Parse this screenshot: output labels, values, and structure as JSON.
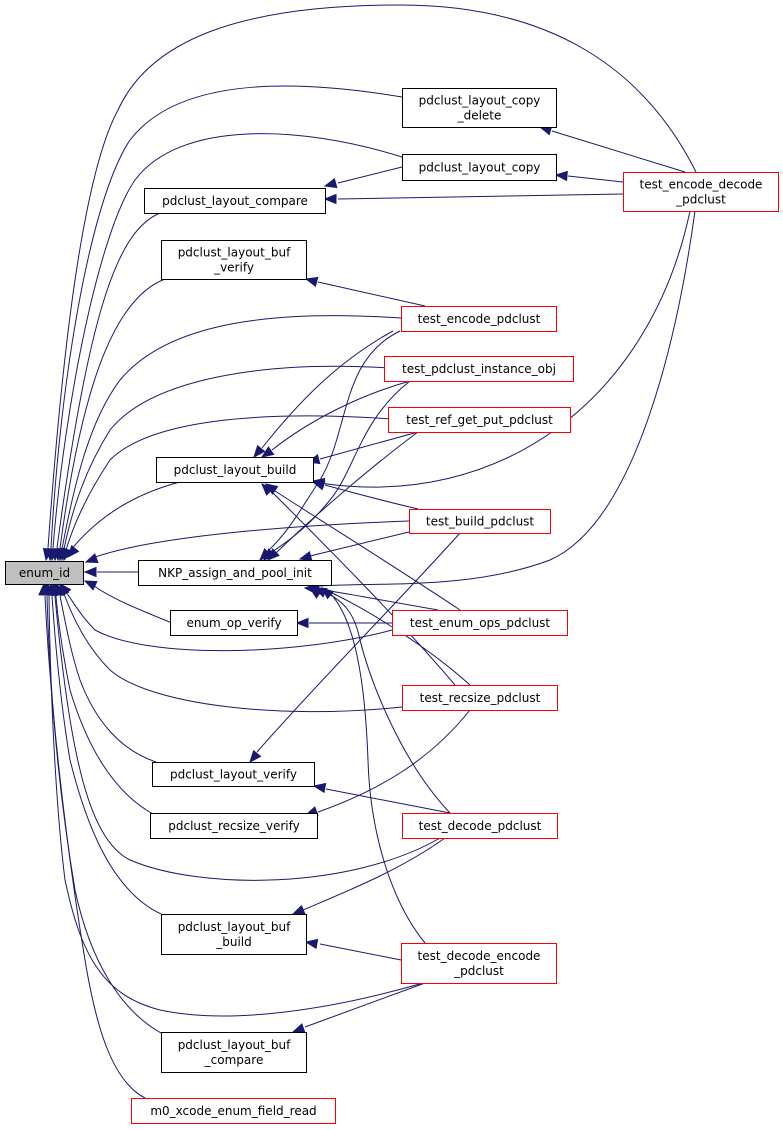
{
  "diagram": {
    "type": "call-graph",
    "colors": {
      "edge": "#191970",
      "focus_fill": "#bfbfbf",
      "normal_border": "#000000",
      "external_border": "#ff0000",
      "node_fill": "#ffffff"
    },
    "nodes": [
      {
        "id": "enum_id",
        "lines": [
          "enum_id"
        ],
        "kind": "focus"
      },
      {
        "id": "pdclust_layout_copy_delete",
        "lines": [
          "pdclust_layout_copy",
          "_delete"
        ],
        "kind": "normal"
      },
      {
        "id": "pdclust_layout_copy",
        "lines": [
          "pdclust_layout_copy"
        ],
        "kind": "normal"
      },
      {
        "id": "pdclust_layout_compare",
        "lines": [
          "pdclust_layout_compare"
        ],
        "kind": "normal"
      },
      {
        "id": "test_encode_decode_pdclust",
        "lines": [
          "test_encode_decode",
          "_pdclust"
        ],
        "kind": "external"
      },
      {
        "id": "pdclust_layout_buf_verify",
        "lines": [
          "pdclust_layout_buf",
          "_verify"
        ],
        "kind": "normal"
      },
      {
        "id": "test_encode_pdclust",
        "lines": [
          "test_encode_pdclust"
        ],
        "kind": "external"
      },
      {
        "id": "test_pdclust_instance_obj",
        "lines": [
          "test_pdclust_instance_obj"
        ],
        "kind": "external"
      },
      {
        "id": "test_ref_get_put_pdclust",
        "lines": [
          "test_ref_get_put_pdclust"
        ],
        "kind": "external"
      },
      {
        "id": "pdclust_layout_build",
        "lines": [
          "pdclust_layout_build"
        ],
        "kind": "normal"
      },
      {
        "id": "test_build_pdclust",
        "lines": [
          "test_build_pdclust"
        ],
        "kind": "external"
      },
      {
        "id": "NKP_assign_and_pool_init",
        "lines": [
          "NKP_assign_and_pool_init"
        ],
        "kind": "normal"
      },
      {
        "id": "enum_op_verify",
        "lines": [
          "enum_op_verify"
        ],
        "kind": "normal"
      },
      {
        "id": "test_enum_ops_pdclust",
        "lines": [
          "test_enum_ops_pdclust"
        ],
        "kind": "external"
      },
      {
        "id": "test_recsize_pdclust",
        "lines": [
          "test_recsize_pdclust"
        ],
        "kind": "external"
      },
      {
        "id": "pdclust_layout_verify",
        "lines": [
          "pdclust_layout_verify"
        ],
        "kind": "normal"
      },
      {
        "id": "pdclust_recsize_verify",
        "lines": [
          "pdclust_recsize_verify"
        ],
        "kind": "normal"
      },
      {
        "id": "test_decode_pdclust",
        "lines": [
          "test_decode_pdclust"
        ],
        "kind": "external"
      },
      {
        "id": "pdclust_layout_buf_build",
        "lines": [
          "pdclust_layout_buf",
          "_build"
        ],
        "kind": "normal"
      },
      {
        "id": "test_decode_encode_pdclust",
        "lines": [
          "test_decode_encode",
          "_pdclust"
        ],
        "kind": "external"
      },
      {
        "id": "pdclust_layout_buf_compare",
        "lines": [
          "pdclust_layout_buf",
          "_compare"
        ],
        "kind": "normal"
      },
      {
        "id": "m0_xcode_enum_field_read",
        "lines": [
          "m0_xcode_enum_field_read"
        ],
        "kind": "external"
      }
    ],
    "edges": [
      {
        "from": "test_encode_decode_pdclust",
        "to": "enum_id"
      },
      {
        "from": "pdclust_layout_copy_delete",
        "to": "enum_id"
      },
      {
        "from": "pdclust_layout_copy",
        "to": "enum_id"
      },
      {
        "from": "pdclust_layout_compare",
        "to": "enum_id"
      },
      {
        "from": "pdclust_layout_buf_verify",
        "to": "enum_id"
      },
      {
        "from": "test_encode_pdclust",
        "to": "enum_id"
      },
      {
        "from": "test_pdclust_instance_obj",
        "to": "enum_id"
      },
      {
        "from": "test_ref_get_put_pdclust",
        "to": "enum_id"
      },
      {
        "from": "pdclust_layout_build",
        "to": "enum_id"
      },
      {
        "from": "test_build_pdclust",
        "to": "enum_id"
      },
      {
        "from": "NKP_assign_and_pool_init",
        "to": "enum_id"
      },
      {
        "from": "enum_op_verify",
        "to": "enum_id"
      },
      {
        "from": "test_enum_ops_pdclust",
        "to": "enum_id"
      },
      {
        "from": "test_recsize_pdclust",
        "to": "enum_id"
      },
      {
        "from": "pdclust_layout_verify",
        "to": "enum_id"
      },
      {
        "from": "pdclust_recsize_verify",
        "to": "enum_id"
      },
      {
        "from": "test_decode_pdclust",
        "to": "enum_id"
      },
      {
        "from": "pdclust_layout_buf_build",
        "to": "enum_id"
      },
      {
        "from": "test_decode_encode_pdclust",
        "to": "enum_id"
      },
      {
        "from": "pdclust_layout_buf_compare",
        "to": "enum_id"
      },
      {
        "from": "m0_xcode_enum_field_read",
        "to": "enum_id"
      },
      {
        "from": "test_encode_decode_pdclust",
        "to": "pdclust_layout_copy_delete"
      },
      {
        "from": "test_encode_decode_pdclust",
        "to": "pdclust_layout_copy"
      },
      {
        "from": "test_encode_decode_pdclust",
        "to": "pdclust_layout_compare"
      },
      {
        "from": "pdclust_layout_copy",
        "to": "pdclust_layout_compare"
      },
      {
        "from": "test_encode_pdclust",
        "to": "pdclust_layout_buf_verify"
      },
      {
        "from": "test_encode_pdclust",
        "to": "pdclust_layout_build"
      },
      {
        "from": "test_pdclust_instance_obj",
        "to": "pdclust_layout_build"
      },
      {
        "from": "test_ref_get_put_pdclust",
        "to": "pdclust_layout_build"
      },
      {
        "from": "test_encode_decode_pdclust",
        "to": "pdclust_layout_build"
      },
      {
        "from": "test_build_pdclust",
        "to": "pdclust_layout_build"
      },
      {
        "from": "test_enum_ops_pdclust",
        "to": "pdclust_layout_build"
      },
      {
        "from": "test_recsize_pdclust",
        "to": "pdclust_layout_build"
      },
      {
        "from": "test_encode_pdclust",
        "to": "NKP_assign_and_pool_init"
      },
      {
        "from": "test_pdclust_instance_obj",
        "to": "NKP_assign_and_pool_init"
      },
      {
        "from": "test_ref_get_put_pdclust",
        "to": "NKP_assign_and_pool_init"
      },
      {
        "from": "test_encode_decode_pdclust",
        "to": "NKP_assign_and_pool_init"
      },
      {
        "from": "test_build_pdclust",
        "to": "NKP_assign_and_pool_init"
      },
      {
        "from": "test_enum_ops_pdclust",
        "to": "NKP_assign_and_pool_init"
      },
      {
        "from": "test_recsize_pdclust",
        "to": "NKP_assign_and_pool_init"
      },
      {
        "from": "test_decode_pdclust",
        "to": "NKP_assign_and_pool_init"
      },
      {
        "from": "test_decode_encode_pdclust",
        "to": "NKP_assign_and_pool_init"
      },
      {
        "from": "test_enum_ops_pdclust",
        "to": "enum_op_verify"
      },
      {
        "from": "test_build_pdclust",
        "to": "pdclust_layout_verify"
      },
      {
        "from": "test_decode_pdclust",
        "to": "pdclust_layout_verify"
      },
      {
        "from": "test_recsize_pdclust",
        "to": "pdclust_recsize_verify"
      },
      {
        "from": "test_decode_pdclust",
        "to": "pdclust_layout_buf_build"
      },
      {
        "from": "test_decode_encode_pdclust",
        "to": "pdclust_layout_buf_build"
      },
      {
        "from": "test_decode_encode_pdclust",
        "to": "pdclust_layout_buf_compare"
      }
    ]
  }
}
